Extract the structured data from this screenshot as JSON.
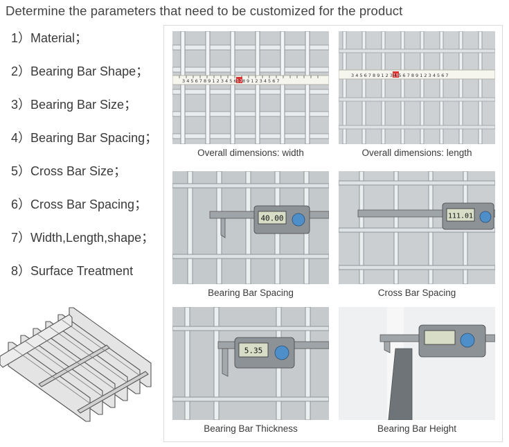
{
  "header": {
    "title": "Determine the parameters that need to be customized for the product"
  },
  "parameters": [
    {
      "num": "1）",
      "label": "Material；"
    },
    {
      "num": "2）",
      "label": "Bearing Bar Shape；"
    },
    {
      "num": "3）",
      "label": "Bearing Bar Size；"
    },
    {
      "num": "4）",
      "label": "Bearing Bar Spacing；"
    },
    {
      "num": "5）",
      "label": "Cross Bar Size；"
    },
    {
      "num": "6）",
      "label": "Cross Bar Spacing；"
    },
    {
      "num": "7）",
      "label": "Width,Length,shape；"
    },
    {
      "num": "8）",
      "label": "Surface Treatment"
    }
  ],
  "photos": [
    {
      "caption": "Overall dimensions:  width",
      "tape": "3 4 5 6 7 8 9 1 2 3 4 5 6 7 8 9 1 2 3 4 5 6 7",
      "tape_mark": "10"
    },
    {
      "caption": "Overall dimensions:  length",
      "tape": "3 4 5 6 7 8 9 1 2 3 4 5 6 7 8 9 1 2 3 4 5 6 7",
      "tape_mark": "10"
    },
    {
      "caption": "Bearing Bar Spacing",
      "reading": "40.00"
    },
    {
      "caption": "Cross Bar  Spacing",
      "reading": "111.01"
    },
    {
      "caption": "Bearing Bar Thickness",
      "reading": "5.35"
    },
    {
      "caption": "Bearing Bar Height",
      "reading": ""
    }
  ]
}
